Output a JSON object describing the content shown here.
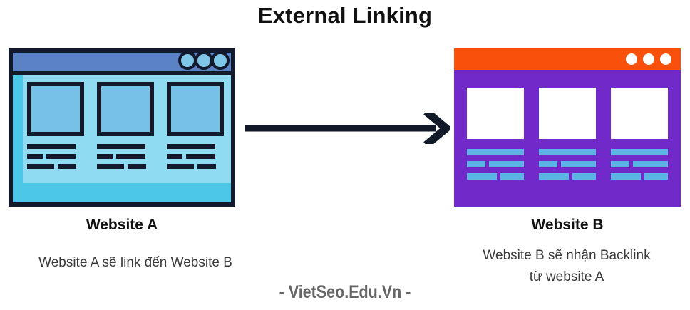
{
  "title": "External Linking",
  "footer": {
    "watermark": "- VietSeo.Edu.Vn -"
  },
  "colors": {
    "title_text": "#111111",
    "arrow": "#111827",
    "website_a_frame": "#121a2b",
    "website_a_titlebar": "#5a82c4",
    "website_a_body": "#4cc7e8",
    "website_a_panel": "#8fdcf2",
    "website_a_thumb": "#77c0e6",
    "website_b_titlebar": "#f9500c",
    "website_b_body": "#7129c9",
    "website_b_thumb": "#ffffff",
    "website_b_bar": "#5cb4e4",
    "footer_text": "#666666"
  },
  "website_a": {
    "heading": "Website A",
    "description": "Website A sẽ link đến Website B",
    "window_dots": [
      "dot-1",
      "dot-2",
      "dot-3"
    ],
    "cards": [
      {
        "thumb": "thumbnail-1",
        "lines": [
          [
            68
          ],
          [
            22,
            41
          ],
          [
            38,
            26
          ]
        ]
      },
      {
        "thumb": "thumbnail-2",
        "lines": [
          [
            68
          ],
          [
            22,
            41
          ],
          [
            38,
            26
          ]
        ]
      },
      {
        "thumb": "thumbnail-3",
        "lines": [
          [
            68
          ],
          [
            22,
            41
          ],
          [
            38,
            26
          ]
        ]
      }
    ]
  },
  "website_b": {
    "heading": "Website B",
    "description_line_1": "Website B sẽ nhận Backlink",
    "description_line_2": "từ website A",
    "window_dots": [
      "dot-1",
      "dot-2",
      "dot-3"
    ],
    "cards": [
      {
        "thumb": "thumbnail-1",
        "lines": [
          [
            80
          ],
          [
            26,
            49
          ],
          [
            42,
            33
          ]
        ]
      },
      {
        "thumb": "thumbnail-2",
        "lines": [
          [
            80
          ],
          [
            26,
            49
          ],
          [
            42,
            33
          ]
        ]
      },
      {
        "thumb": "thumbnail-3",
        "lines": [
          [
            80
          ],
          [
            26,
            49
          ],
          [
            42,
            33
          ]
        ]
      }
    ]
  },
  "arrow": {
    "label": "links-to-arrow",
    "direction": "right"
  }
}
